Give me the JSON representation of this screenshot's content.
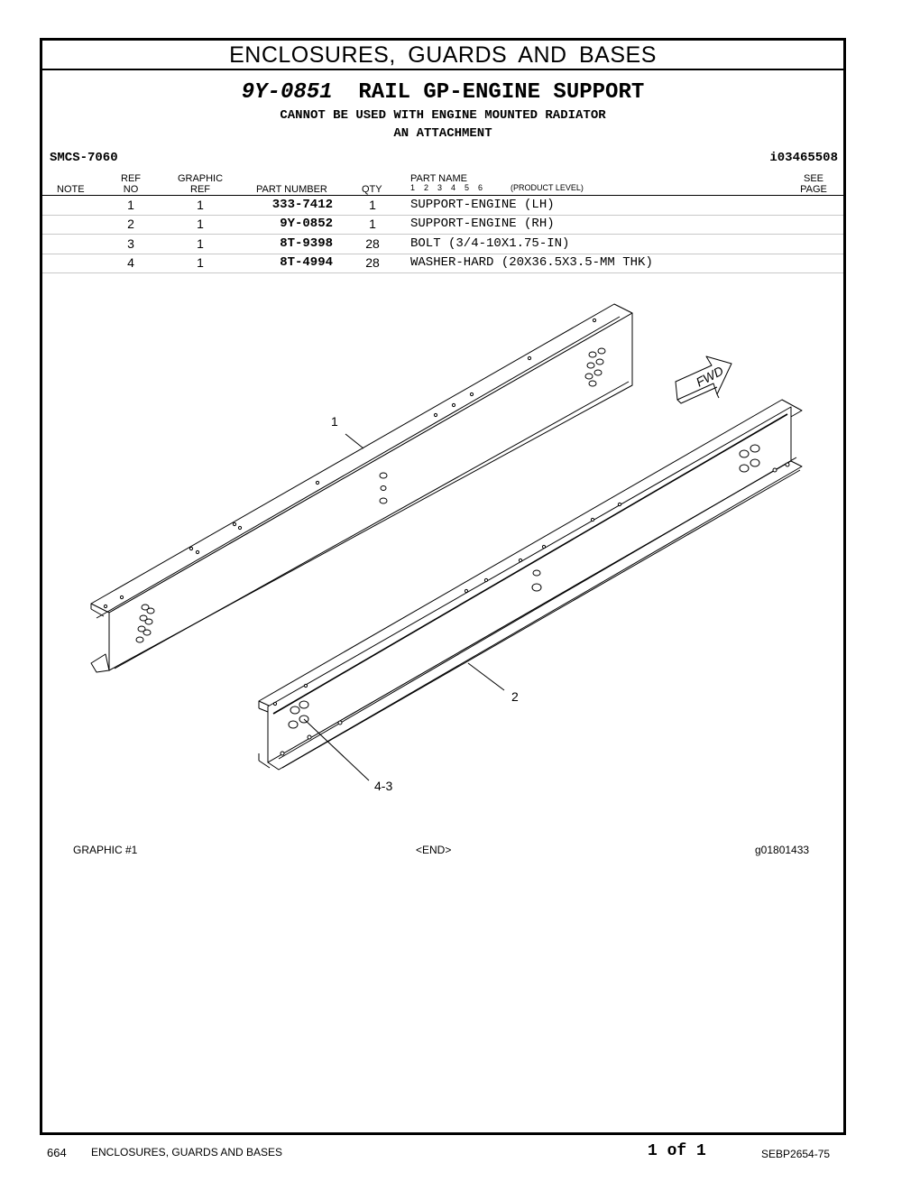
{
  "section_title": "ENCLOSURES,  GUARDS  AND  BASES",
  "group": {
    "part_number": "9Y-0851",
    "name": "RAIL GP-ENGINE SUPPORT",
    "note_line1": "CANNOT BE USED WITH  ENGINE MOUNTED RADIATOR",
    "note_line2": "AN ATTACHMENT"
  },
  "smcs": "SMCS-7060",
  "info_id": "i03465508",
  "columns": {
    "note": "NOTE",
    "ref_no_top": "REF",
    "ref_no_bottom": "NO",
    "graphic_ref_top": "GRAPHIC",
    "graphic_ref_bottom": "REF",
    "part_number": "PART  NUMBER",
    "qty": "QTY",
    "part_name": "PART  NAME",
    "levels": "1    2    3    4    5    6",
    "product_level": "(PRODUCT  LEVEL)",
    "see_page_top": "SEE",
    "see_page_bottom": "PAGE"
  },
  "parts": [
    {
      "ref": "1",
      "graphic": "1",
      "part_number": "333-7412",
      "qty": "1",
      "name": "SUPPORT-ENGINE (LH)"
    },
    {
      "ref": "2",
      "graphic": "1",
      "part_number": "9Y-0852",
      "qty": "1",
      "name": "SUPPORT-ENGINE (RH)"
    },
    {
      "ref": "3",
      "graphic": "1",
      "part_number": "8T-9398",
      "qty": "28",
      "name": "BOLT (3/4-10X1.75-IN)"
    },
    {
      "ref": "4",
      "graphic": "1",
      "part_number": "8T-4994",
      "qty": "28",
      "name": "WASHER-HARD (20X36.5X3.5-MM THK)"
    }
  ],
  "callouts": {
    "c1": "1",
    "c2": "2",
    "c43": "4-3",
    "fwd": "FWD"
  },
  "graphic_caption": {
    "left": "GRAPHIC  #1",
    "center": "<END>",
    "right": "g01801433"
  },
  "footer": {
    "page_number": "664",
    "section": "ENCLOSURES,  GUARDS  AND  BASES",
    "page_of": "1 of 1",
    "doc_number": "SEBP2654-75"
  }
}
